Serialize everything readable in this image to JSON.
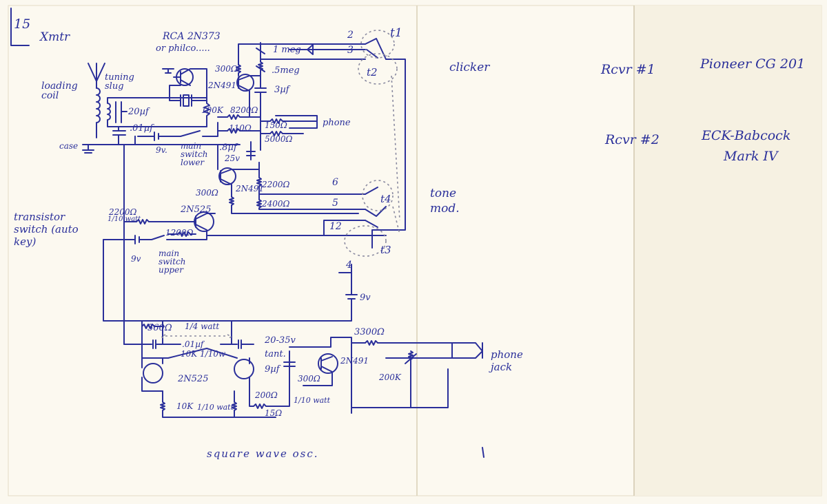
{
  "page": {
    "number": "15",
    "title": "Xmtr"
  },
  "labels": {
    "transistor_note_1": "RCA 2N373",
    "transistor_note_2": "or philco.....",
    "tuning_slug": "tuning slug",
    "loading_coil": "loading coil",
    "case": "case",
    "c_20uf": "20µf",
    "c_01uf": ".01µf",
    "bat_9v_a": "9v.",
    "main_switch_lower": "main switch lower",
    "r_300_top": "300Ω",
    "t_2n491_top": "2N491",
    "r_1meg": "1 meg",
    "r_5meg": ".5meg",
    "c_3uf": "3µf",
    "r_100k": "100K",
    "r_8200": "8200Ω",
    "r_110": "110Ω",
    "r_150": "150Ω",
    "r_5000": "5000Ω",
    "phone_top": "phone",
    "c_8uf": ".8µf",
    "c_25v": "25v",
    "t_2n491_mid": "2N491",
    "r_300_mid": "300Ω",
    "r_2200_a": "2200Ω",
    "r_2400": "2400Ω",
    "t_2n525_top": "2N525",
    "r_2200_b": "2200Ω",
    "r_2200_b_watt": "1/10 watt",
    "r_1200": "1200Ω",
    "bat_9v_b": "9v",
    "main_switch_upper": "main switch upper",
    "transistor_switch": "transistor switch (auto key)",
    "term_2": "2",
    "term_3": "3",
    "term_6": "6",
    "term_5": "5",
    "term_12": "12",
    "term_4": "4",
    "t1": "t1",
    "t2": "t2",
    "t3": "t3",
    "t4": "t4",
    "clicker": "clicker",
    "tone_mod": "tone mod.",
    "bat_9v_c": "9v",
    "r_560": "560Ω",
    "quarter_watt": "1/4 watt",
    "c_01uf_b": ".01µf",
    "r_10k_b": "10K 1/10w",
    "t_2n525_bottom": "2N525",
    "c_20_35v": "20-35v",
    "tant": "tant.",
    "c_9uf": "9µf",
    "r_300_b": "300Ω",
    "t_2n491_bottom": "2N491",
    "r_3300": "3300Ω",
    "r_200k": "200K",
    "phone_jack": "phone jack",
    "r_10k_c": "10K",
    "tenth_watt_a": "1/10 watt",
    "r_200": "200Ω",
    "tenth_watt_b": "1/10 watt",
    "r_15": "15Ω",
    "square_wave_osc": "square wave osc."
  },
  "notes": {
    "rcvr1_label": "Rcvr #1",
    "rcvr1_model": "Pioneer CG 201",
    "rcvr2_label": "Rcvr #2",
    "rcvr2_model_1": "ECK-Babcock",
    "rcvr2_model_2": "Mark IV"
  },
  "colors": {
    "paper": "#fbf8ef",
    "ink": "#2a2f9a"
  }
}
